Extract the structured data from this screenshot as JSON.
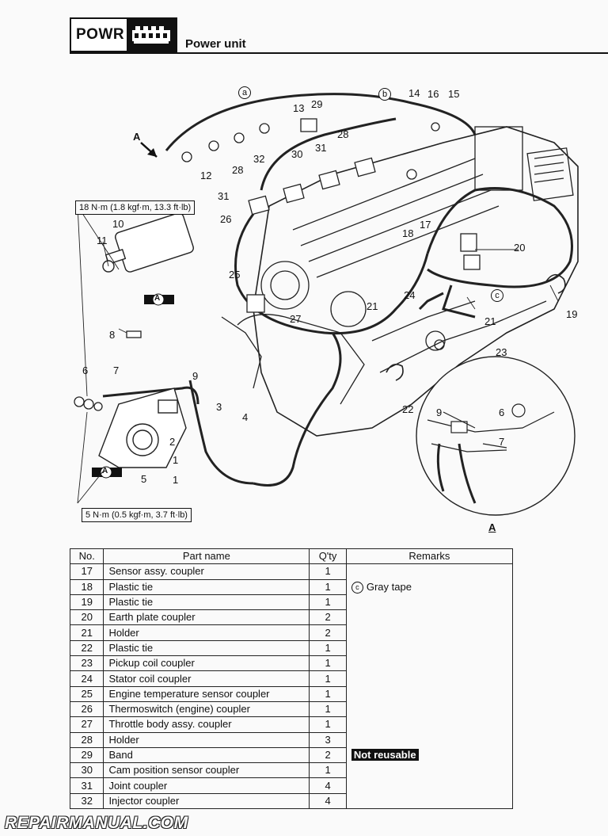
{
  "header": {
    "code": "POWR",
    "icon": "engine-icon",
    "title": "Power unit"
  },
  "figure": {
    "view_label": "A",
    "view_arrow_label": "A",
    "torque_upper": "18 N·m (1.8 kgf·m, 13.3 ft·lb)",
    "torque_lower": "5 N·m (0.5 kgf·m, 3.7 ft·lb)",
    "marker_a": "a",
    "marker_b": "b",
    "marker_c": "c",
    "lube_mark": "A",
    "callouts": [
      "14",
      "13",
      "29",
      "16",
      "15",
      "30",
      "31",
      "28",
      "12",
      "32",
      "28",
      "31",
      "26",
      "18",
      "17",
      "10",
      "11",
      "20",
      "25",
      "27",
      "24",
      "21",
      "19",
      "8",
      "21",
      "23",
      "9",
      "6",
      "7",
      "22",
      "3",
      "9",
      "6",
      "4",
      "7",
      "2",
      "1",
      "1",
      "5"
    ]
  },
  "table": {
    "headers": [
      "No.",
      "Part name",
      "Q'ty",
      "Remarks"
    ],
    "rows": [
      {
        "no": "17",
        "name": "Sensor assy. coupler",
        "qty": "1",
        "remarks": ""
      },
      {
        "no": "18",
        "name": "Plastic tie",
        "qty": "1",
        "remarks": "Gray tape"
      },
      {
        "no": "19",
        "name": "Plastic tie",
        "qty": "1",
        "remarks": ""
      },
      {
        "no": "20",
        "name": "Earth plate coupler",
        "qty": "2",
        "remarks": ""
      },
      {
        "no": "21",
        "name": "Holder",
        "qty": "2",
        "remarks": ""
      },
      {
        "no": "22",
        "name": "Plastic tie",
        "qty": "1",
        "remarks": ""
      },
      {
        "no": "23",
        "name": "Pickup coil coupler",
        "qty": "1",
        "remarks": ""
      },
      {
        "no": "24",
        "name": "Stator coil coupler",
        "qty": "1",
        "remarks": ""
      },
      {
        "no": "25",
        "name": "Engine temperature sensor coupler",
        "qty": "1",
        "remarks": ""
      },
      {
        "no": "26",
        "name": "Thermoswitch (engine) coupler",
        "qty": "1",
        "remarks": ""
      },
      {
        "no": "27",
        "name": "Throttle body assy. coupler",
        "qty": "1",
        "remarks": ""
      },
      {
        "no": "28",
        "name": "Holder",
        "qty": "3",
        "remarks": ""
      },
      {
        "no": "29",
        "name": "Band",
        "qty": "2",
        "remarks": "Not reusable"
      },
      {
        "no": "30",
        "name": "Cam position sensor coupler",
        "qty": "1",
        "remarks": ""
      },
      {
        "no": "31",
        "name": "Joint coupler",
        "qty": "4",
        "remarks": ""
      },
      {
        "no": "32",
        "name": "Injector coupler",
        "qty": "4",
        "remarks": ""
      }
    ],
    "remark_marker": "c"
  },
  "watermark": "REPAIRMANUAL.COM"
}
